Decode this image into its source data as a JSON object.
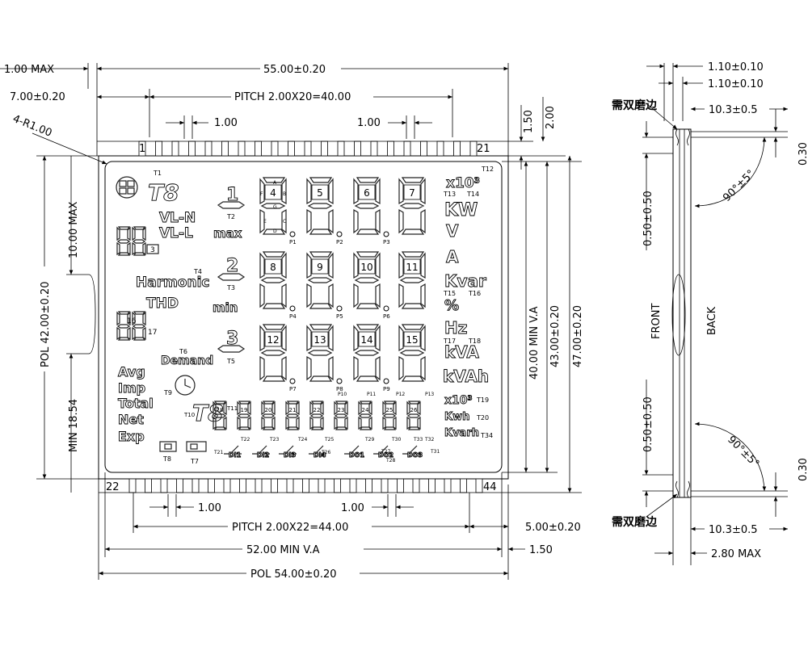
{
  "left_view": {
    "dims": {
      "max_left": "1.00 MAX",
      "overall_width": "55.00±0.20",
      "left_offset": "7.00±0.20",
      "pitch_top": "PITCH 2.00X20=40.00",
      "corner_radius": "4-R1.00",
      "pin_width_left_top": "1.00",
      "pin_width_right_top": "1.00",
      "top_gap_150": "1.50",
      "top_gap_200": "2.00",
      "height_10_max": "10.00 MAX",
      "pol_height": "POL 42.00±0.20",
      "min_height": "MIN 18.54",
      "va_height": "40.00 MIN V.A",
      "height_43": "43.00±0.20",
      "height_47": "47.00±0.20",
      "pin_width_left_bottom": "1.00",
      "pin_width_right_bottom": "1.00",
      "pitch_bottom": "PITCH 2.00X22=44.00",
      "bottom_offset": "5.00±0.20",
      "va_width": "52.00 MIN V.A",
      "va_right_gap": "1.50",
      "pol_width": "POL 54.00±0.20"
    },
    "pins": {
      "top_first": "1",
      "top_last": "21",
      "bottom_first": "22",
      "bottom_last": "44"
    },
    "display": {
      "top_left_digit": "T8",
      "t1": "T1",
      "vl_n": "VL-N",
      "vl_l": "VL-L",
      "row_numbers": [
        "1",
        "2",
        "3"
      ],
      "row_tags": [
        "T2",
        "T3",
        "T5"
      ],
      "t4": "T4",
      "max_label": "max",
      "min_label": "min",
      "harmonic": "Harmonic",
      "thd": "THD",
      "demand": "Demand",
      "t6": "T6",
      "t9": "T9",
      "avg": "Avg",
      "imp": "Imp",
      "total": "Total",
      "net": "Net",
      "exp": "Exp",
      "left_small_digit_labels": [
        "3",
        "16",
        "17"
      ],
      "digit_rows": [
        [
          "4",
          "5",
          "6",
          "7"
        ],
        [
          "8",
          "9",
          "10",
          "11"
        ],
        [
          "12",
          "13",
          "14",
          "15"
        ]
      ],
      "seg_letters": [
        "A",
        "B",
        "C",
        "D",
        "E",
        "F",
        "G"
      ],
      "points": [
        [
          "P1",
          "P2",
          "P3"
        ],
        [
          "P4",
          "P5",
          "P6"
        ],
        [
          "P7",
          "P8",
          "P9"
        ]
      ],
      "bottom_row_prefix": "T8",
      "bottom_row_tag_left": "T10",
      "bottom_row_tag": "T11",
      "bottom_digit_numbers": [
        "18",
        "19",
        "20",
        "21",
        "22",
        "23",
        "24",
        "25",
        "26"
      ],
      "bottom_row_points": [
        "P10",
        "P11",
        "P12",
        "P13"
      ],
      "units": [
        "x10³",
        "KW",
        "V",
        "A",
        "Kvar",
        "%",
        "Hz",
        "kVA",
        "kVAh"
      ],
      "unit_tags": [
        "T12",
        "T13",
        "T14",
        "T15",
        "T16",
        "T17",
        "T18"
      ],
      "x10_bottom": "x10³",
      "t19": "T19",
      "kwh": "Kwh",
      "t20": "T20",
      "kvarh": "Kvarh",
      "t34": "T34",
      "status_items": [
        "DI1",
        "DI2",
        "DI3",
        "DI4",
        "DO1",
        "DO2",
        "DO3"
      ],
      "status_tags": [
        "T21",
        "T22",
        "T23",
        "T24",
        "T25",
        "T26",
        "T27",
        "T28",
        "T29",
        "T30",
        "T31",
        "T32",
        "T33"
      ],
      "t7": "T7",
      "t8b": "T8"
    }
  },
  "right_view": {
    "dims": {
      "top_110_a": "1.10±0.10",
      "top_110_b": "1.10±0.10",
      "width_103_top": "10.3±0.5",
      "height_030_top": "0.30",
      "angle_top": "90°±5°",
      "gap_050_top": "0.50±0.50",
      "gap_050_bottom": "0.50±0.50",
      "angle_bottom": "90°±5°",
      "height_030_bottom": "0.30",
      "width_103_bottom": "10.3±0.5",
      "max_280": "2.80 MAX"
    },
    "note_top": "需双磨边",
    "note_bottom": "需双磨边",
    "front": "FRONT",
    "back": "BACK"
  }
}
